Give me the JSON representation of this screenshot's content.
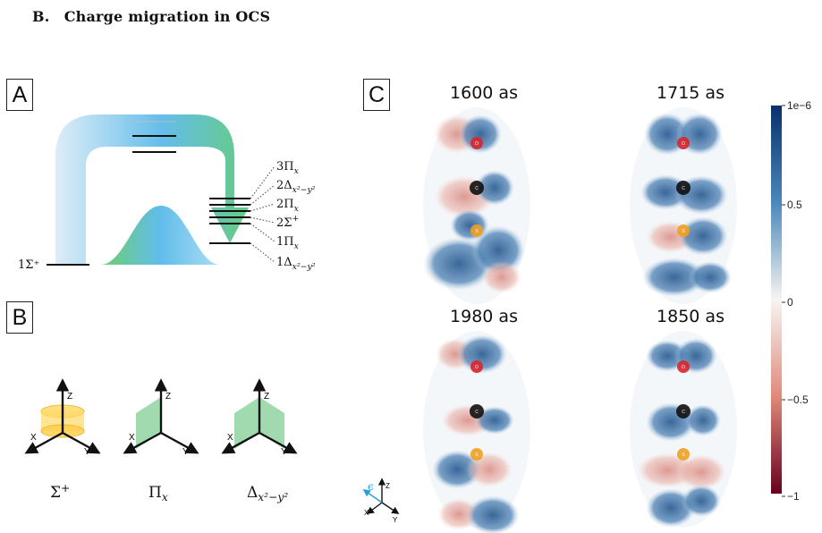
{
  "section_title": "B. Charge migration in OCS",
  "panels": {
    "a": "A",
    "b": "B",
    "c": "C"
  },
  "energy_diagram": {
    "ground_state": "1Σ⁺",
    "levels": [
      {
        "main": "3Π",
        "sub": "x",
        "sup": ""
      },
      {
        "main": "2Δ",
        "sub": "x²−y²",
        "sup": ""
      },
      {
        "main": "2Π",
        "sub": "x",
        "sup": ""
      },
      {
        "main": "2Σ",
        "sub": "",
        "sup": "+"
      },
      {
        "main": "1Π",
        "sub": "x",
        "sup": ""
      },
      {
        "main": "1Δ",
        "sub": "x²−y²",
        "sup": ""
      }
    ],
    "colors": {
      "arch_start": "#cfe6f5",
      "arch_mid": "#58b9ea",
      "arch_end": "#5dc97a"
    }
  },
  "symmetry": {
    "axis_labels": {
      "x": "X",
      "y": "Y",
      "z": "Z"
    },
    "items": [
      {
        "main": "Σ",
        "sub": "",
        "sup": "+"
      },
      {
        "main": "Π",
        "sub": "x",
        "sup": ""
      },
      {
        "main": "Δ",
        "sub": "x²−y²",
        "sup": ""
      }
    ]
  },
  "density": {
    "frames": [
      "1600 as",
      "1715 as",
      "1980 as",
      "1850 as"
    ],
    "atoms": {
      "o": "O",
      "c": "C",
      "s": "S"
    },
    "axes": {
      "polarization": "ϵ",
      "x": "X",
      "y": "Y",
      "z": "Z"
    }
  },
  "colorbar": {
    "tick_labels": [
      "1e−6",
      "0.5",
      "0",
      "−0.5",
      "−1"
    ],
    "colors": {
      "max": "#08306b",
      "mid": "#f7f4f2",
      "min": "#67001f"
    }
  }
}
